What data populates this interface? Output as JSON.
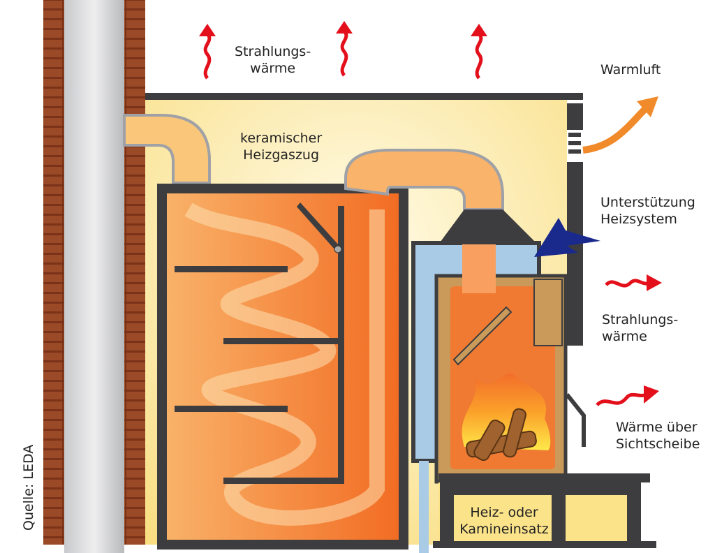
{
  "labels": {
    "radiant_top": [
      "Strahlungs-",
      "wärme"
    ],
    "warm_air": "Warmluft",
    "ceramic_flue": [
      "keramischer",
      "Heizgaszug"
    ],
    "heating_support": [
      "Unterstützung",
      "Heizsystem"
    ],
    "radiant_side": [
      "Strahlungs-",
      "wärme"
    ],
    "glass_heat": [
      "Wärme über",
      "Sichtscheibe"
    ],
    "insert": [
      "Heiz- oder",
      "Kamineinsatz"
    ],
    "source": "Quelle: LEDA"
  },
  "colors": {
    "brick": "#8a3b1c",
    "frame": "#3d3d3f",
    "glow": "#fbe89a",
    "flue_gas": "#f47a2c",
    "water_jacket": "#a9cbe6",
    "radiant_arrow": "#e3101c",
    "support_arrow": "#1a2a8c",
    "warm_air_arrow": "#f08a2a"
  }
}
